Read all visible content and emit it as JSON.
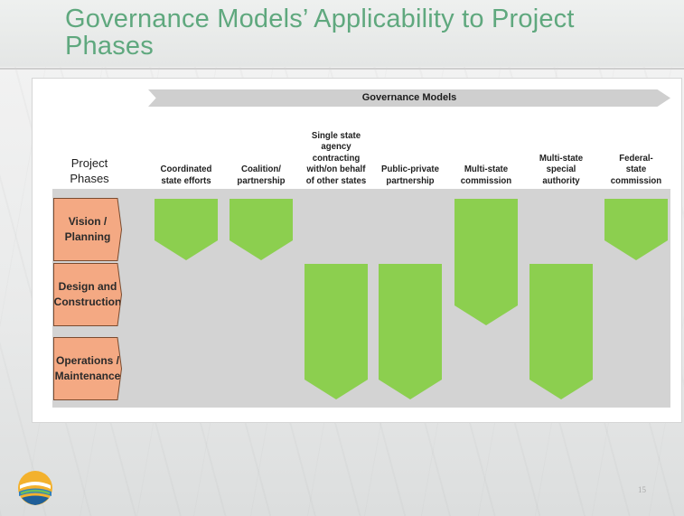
{
  "slide": {
    "title": "Governance Models’ Applicability to Project Phases",
    "page_number": "15"
  },
  "diagram": {
    "banner": "Governance Models",
    "phases_header": "Project\nPhases",
    "models": [
      "Coordinated\nstate efforts",
      "Coalition/\npartnership",
      "Single state\nagency\ncontracting\nwith/on behalf\nof other states",
      "Public-private\npartnership",
      "Multi-state\ncommission",
      "Multi-state\nspecial\nauthority",
      "Federal-\nstate\ncommission"
    ],
    "phases": [
      "Vision /\nPlanning",
      "Design and\nConstruction",
      "Operations /\nMaintenance"
    ],
    "applicability": [
      {
        "model_index": 0,
        "from_phase": 0,
        "to_phase": 0
      },
      {
        "model_index": 1,
        "from_phase": 0,
        "to_phase": 0
      },
      {
        "model_index": 2,
        "from_phase": 1,
        "to_phase": 2
      },
      {
        "model_index": 3,
        "from_phase": 1,
        "to_phase": 2
      },
      {
        "model_index": 4,
        "from_phase": 0,
        "to_phase": 1
      },
      {
        "model_index": 5,
        "from_phase": 1,
        "to_phase": 2
      },
      {
        "model_index": 6,
        "from_phase": 0,
        "to_phase": 0
      }
    ],
    "colors": {
      "bar": "#8ccf4f",
      "phase_fill": "#f4a983",
      "banner": "#cfcfcf",
      "title": "#5fa87e"
    }
  },
  "icons": {
    "logo": "wave-logo-icon"
  }
}
